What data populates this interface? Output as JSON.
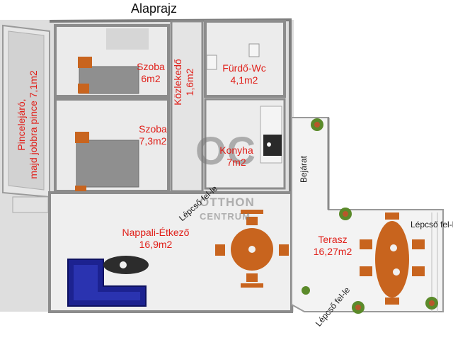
{
  "title": "Alaprajz",
  "rooms": {
    "szoba1": {
      "name": "Szoba",
      "area": "6m2"
    },
    "szoba2": {
      "name": "Szoba",
      "area": "7,3m2"
    },
    "furdo": {
      "name": "Fürdő-Wc",
      "area": "4,1m2"
    },
    "kozlekedo": {
      "name": "Közlekedő",
      "area": "1,6m2"
    },
    "konyha": {
      "name": "Konyha",
      "area": "7m2"
    },
    "nappali": {
      "name": "Nappali-Étkező",
      "area": "16,9m2"
    },
    "terasz": {
      "name": "Terasz",
      "area": "16,27m2"
    },
    "pince": {
      "line1": "Pincelejáró,",
      "line2": "majd jobbra pince 7,1m2"
    }
  },
  "labels": {
    "bejarat": "Bejárat",
    "lepcso_inner": "Lépcső fel-le",
    "lepcso_right": "Lépcső fel-le",
    "lepcso_bottom": "Lépcső fel-le"
  },
  "watermark": {
    "logo": "OC",
    "line1": "OTTHON",
    "line2": "CENTRUM"
  },
  "colors": {
    "wall": "#7a7a7a",
    "floor": "#d9d9d9",
    "label": "#e0201a",
    "furniture_wood": "#c8641e",
    "sofa": "#1c2290"
  }
}
